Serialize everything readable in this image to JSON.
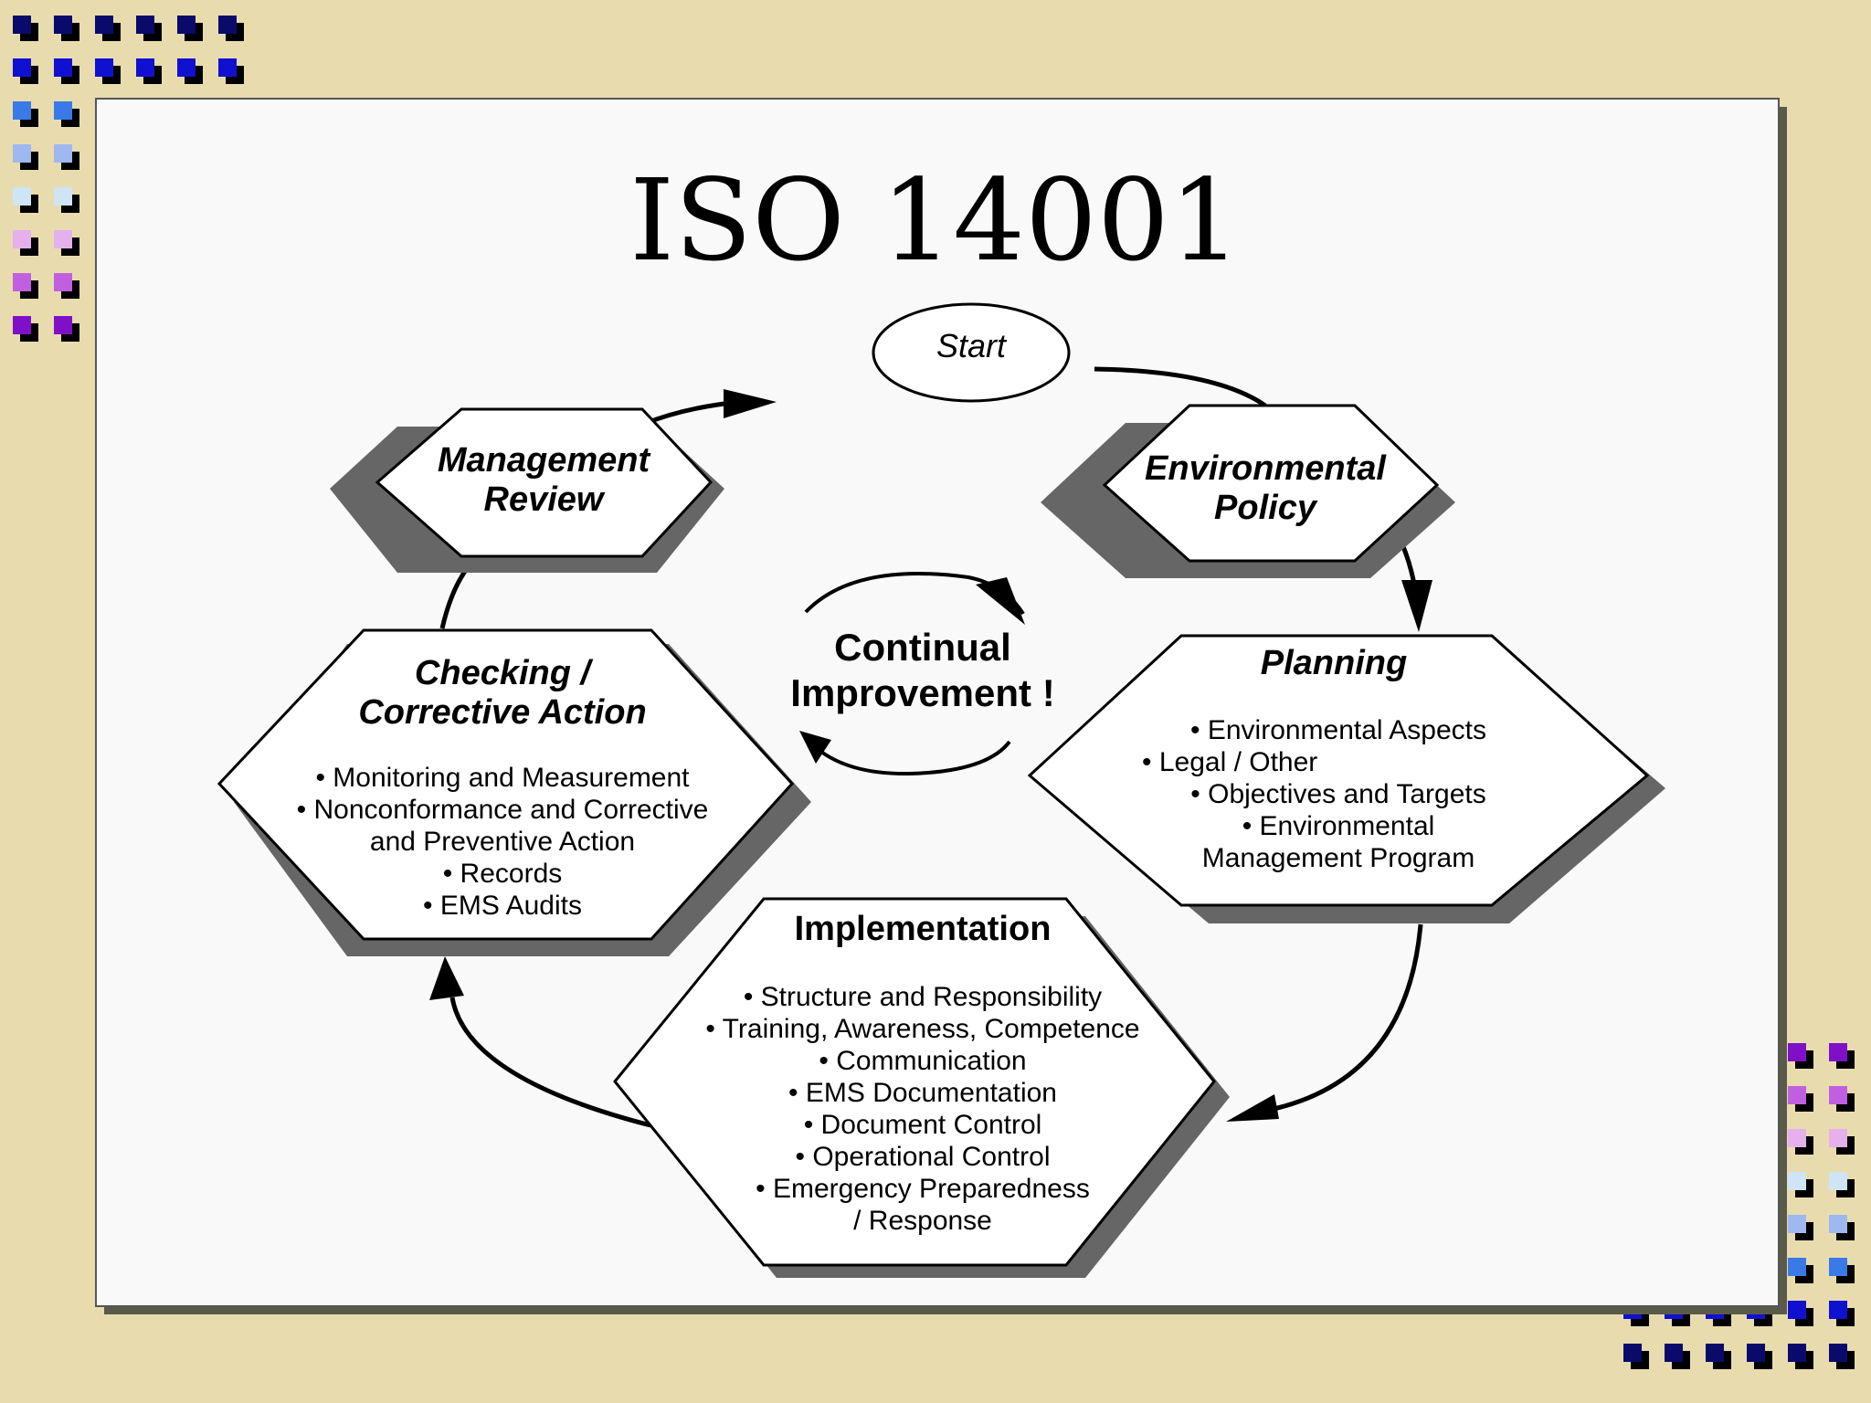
{
  "title": "ISO 14001",
  "start_label": "Start",
  "center": {
    "line1": "Continual",
    "line2": "Improvement !"
  },
  "stages": {
    "environmental_policy": {
      "line1": "Environmental",
      "line2": "Policy"
    },
    "planning": {
      "title": "Planning",
      "bullets": [
        "• Environmental Aspects",
        "• Legal /  Other",
        "• Objectives and Targets",
        "• Environmental",
        "Management Program"
      ]
    },
    "implementation": {
      "title": "Implementation",
      "bullets": [
        "• Structure and Responsibility",
        "• Training, Awareness, Competence",
        "• Communication",
        "• EMS Documentation",
        "• Document Control",
        "• Operational Control",
        "• Emergency Preparedness",
        "/ Response"
      ]
    },
    "checking": {
      "title_line1": "Checking /",
      "title_line2": "Corrective Action",
      "bullets": [
        "• Monitoring and Measurement",
        "• Nonconformance and Corrective",
        "and Preventive Action",
        "• Records",
        "• EMS Audits"
      ]
    },
    "management_review": {
      "line1": "Management",
      "line2": "Review"
    }
  },
  "colors": {
    "background": "#e8dcae",
    "slide": "#f9f9f9",
    "shadow": "#666666",
    "stroke": "#000000"
  }
}
